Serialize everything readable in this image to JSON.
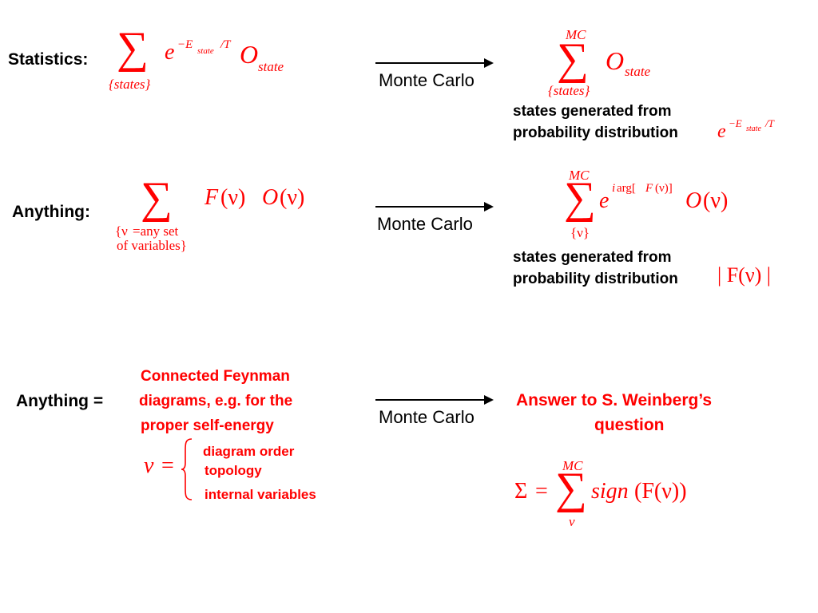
{
  "labels": {
    "statistics": "Statistics:",
    "anything": "Anything:",
    "anything_eq": "Anything ="
  },
  "arrow_label": "Monte Carlo",
  "math": {
    "sum": "∑",
    "bigsigma": "Σ",
    "eq": "=",
    "e": "e",
    "O": "O",
    "F": "F",
    "v": "ν",
    "i": "i",
    "minus_E": "−E",
    "state": "state",
    "over_T": "/T",
    "states_set": "{states}",
    "mc": "MC",
    "nu_open": "{ν",
    "eq_any": "=any set",
    "of_vars": "of variables}",
    "nu_set": "{ν}",
    "paren_v": "(ν)",
    "arg_open": "arg[",
    "arg_close": "(ν)]",
    "abs_F": "| F(ν) |",
    "sign": "sign",
    "sign_tail": "(F(ν))"
  },
  "row1": {
    "dist_line1": "states generated from",
    "dist_line2": "probability distribution"
  },
  "row2": {
    "dist_line1": "states generated from",
    "dist_line2": "probability distribution"
  },
  "row3": {
    "feynman_line1": "Connected Feynman",
    "feynman_line2": "diagrams, e.g. for  the",
    "feynman_line3": "proper self-energy",
    "nu_items": [
      "diagram order",
      "topology",
      "internal variables"
    ],
    "answer_line1": "Answer to S. Weinberg’s",
    "answer_line2": "question"
  },
  "colors": {
    "accent": "#ff0000",
    "text": "#000000"
  }
}
